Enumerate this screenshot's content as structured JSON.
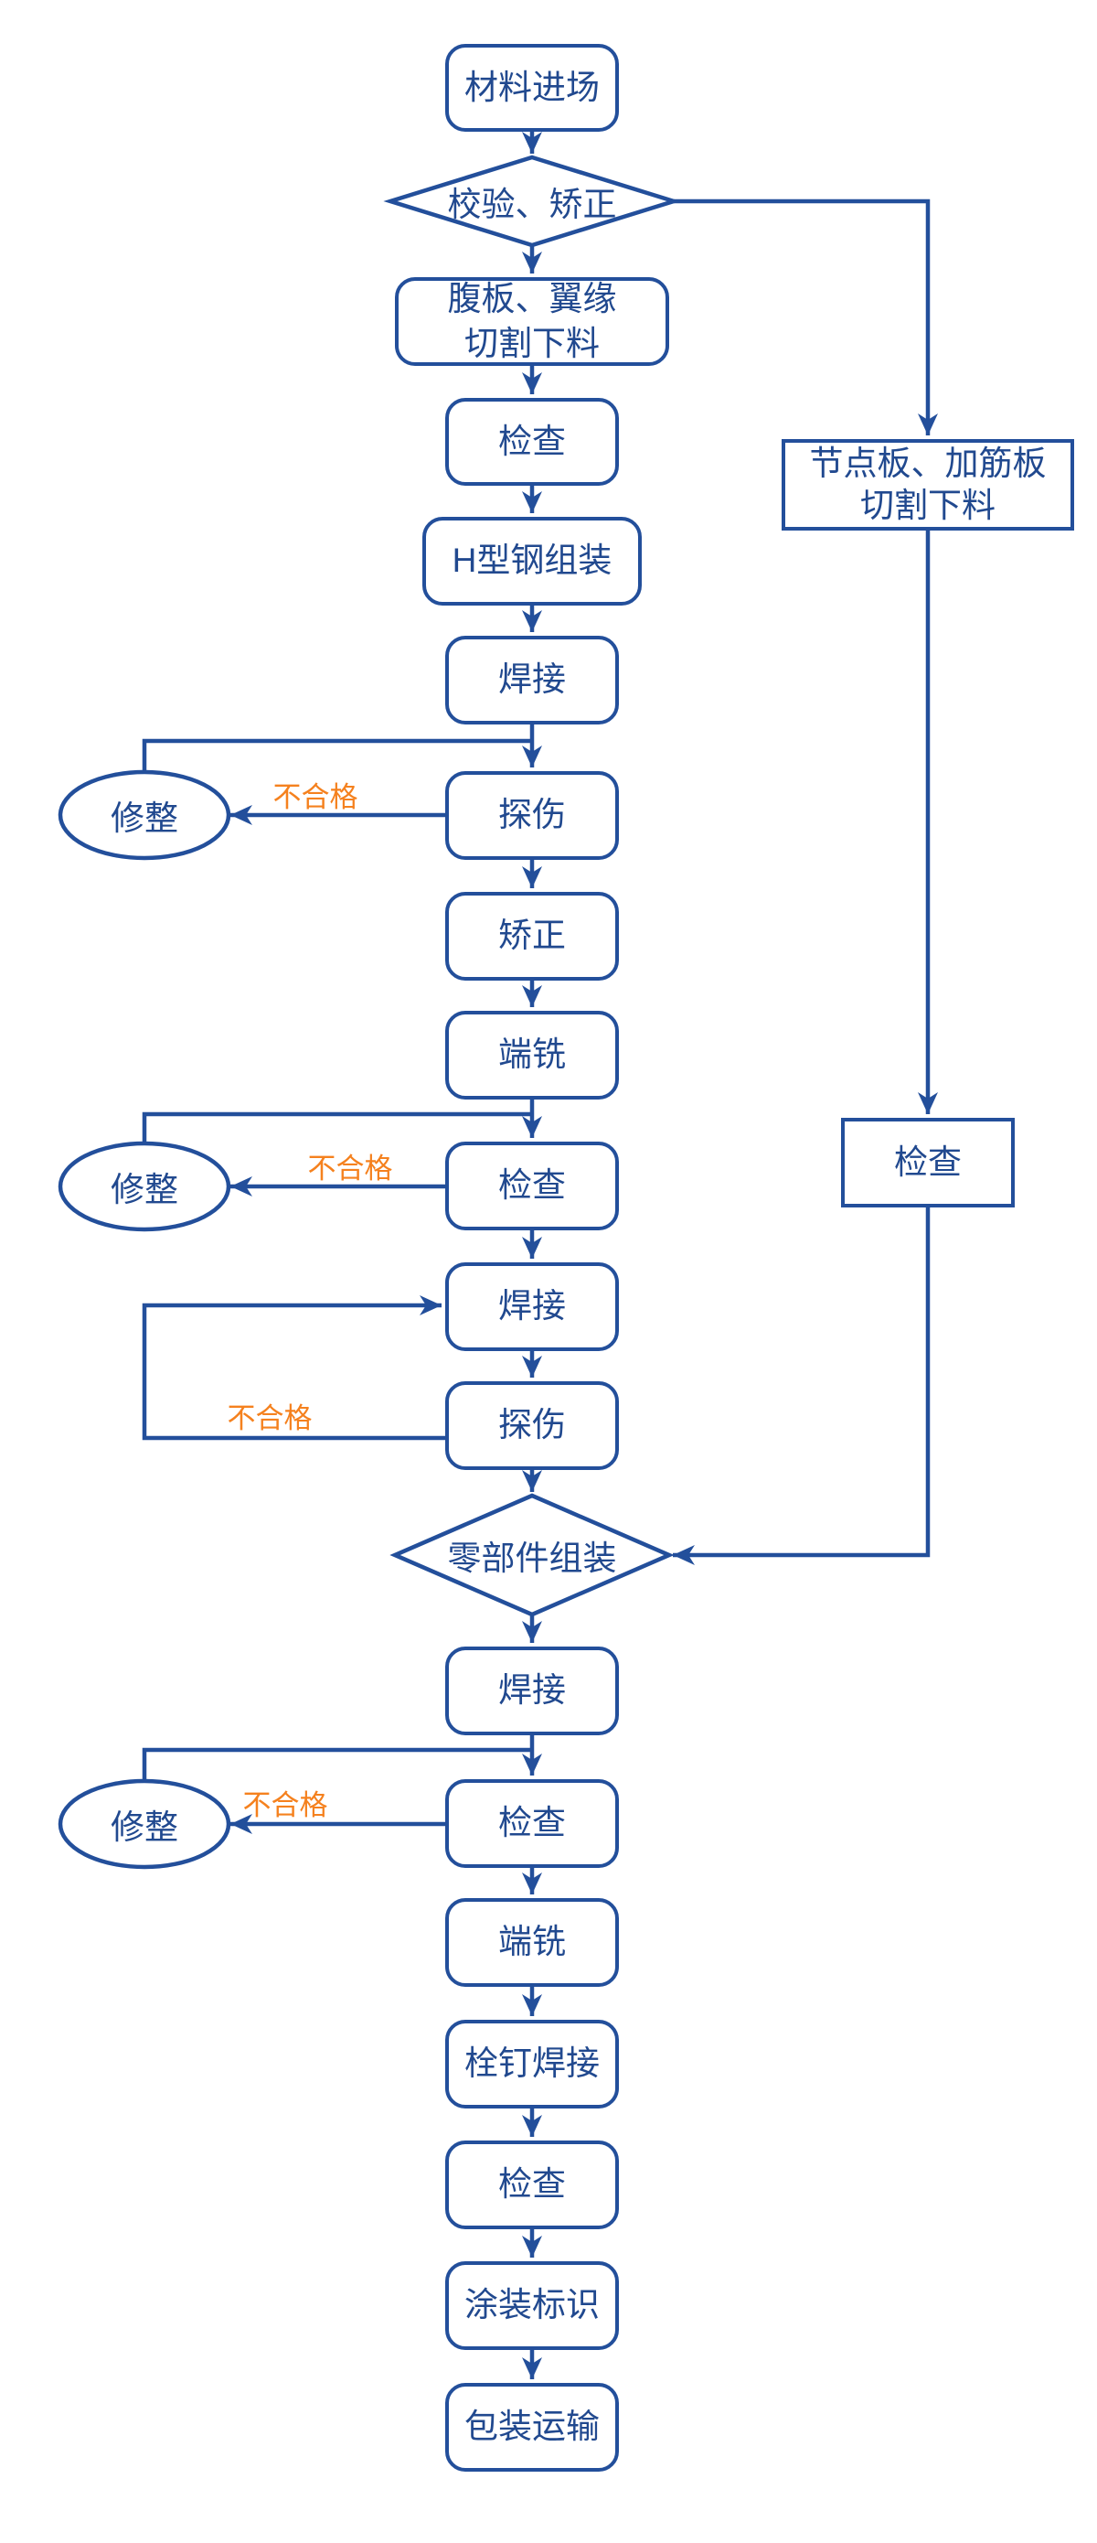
{
  "colors": {
    "line": "#234f9b",
    "node_border": "#234f9b",
    "node_text": "#21498f",
    "fail_text": "#f5811e",
    "background": "#ffffff"
  },
  "labels": {
    "fail": "不合格"
  },
  "nodes": {
    "material_entry": {
      "label": "材料进场",
      "shape": "rounded-rect"
    },
    "verify_correct": {
      "label": "校验、矫正",
      "shape": "diamond"
    },
    "web_flange_cut": {
      "line1": "腹板、翼缘",
      "line2": "切割下料",
      "shape": "rounded-rect"
    },
    "inspect1": {
      "label": "检查",
      "shape": "rounded-rect"
    },
    "h_beam_assembly": {
      "label": "H型钢组装",
      "shape": "rounded-rect"
    },
    "weld1": {
      "label": "焊接",
      "shape": "rounded-rect"
    },
    "flaw_detect1": {
      "label": "探伤",
      "shape": "rounded-rect"
    },
    "repair1": {
      "label": "修整",
      "shape": "ellipse"
    },
    "correct": {
      "label": "矫正",
      "shape": "rounded-rect"
    },
    "end_mill1": {
      "label": "端铣",
      "shape": "rounded-rect"
    },
    "inspect2": {
      "label": "检查",
      "shape": "rounded-rect"
    },
    "repair2": {
      "label": "修整",
      "shape": "ellipse"
    },
    "weld2": {
      "label": "焊接",
      "shape": "rounded-rect"
    },
    "flaw_detect2": {
      "label": "探伤",
      "shape": "rounded-rect"
    },
    "parts_assembly": {
      "label": "零部件组装",
      "shape": "diamond"
    },
    "weld3": {
      "label": "焊接",
      "shape": "rounded-rect"
    },
    "inspect3": {
      "label": "检查",
      "shape": "rounded-rect"
    },
    "repair3": {
      "label": "修整",
      "shape": "ellipse"
    },
    "end_mill2": {
      "label": "端铣",
      "shape": "rounded-rect"
    },
    "stud_weld": {
      "label": "栓钉焊接",
      "shape": "rounded-rect"
    },
    "inspect4": {
      "label": "检查",
      "shape": "rounded-rect"
    },
    "paint_mark": {
      "label": "涂装标识",
      "shape": "rounded-rect"
    },
    "pack_ship": {
      "label": "包装运输",
      "shape": "rounded-rect"
    },
    "gusset_stiffener_cut": {
      "line1": "节点板、加筋板",
      "line2": "切割下料",
      "shape": "rect"
    },
    "inspect_right": {
      "label": "检查",
      "shape": "rect"
    }
  }
}
